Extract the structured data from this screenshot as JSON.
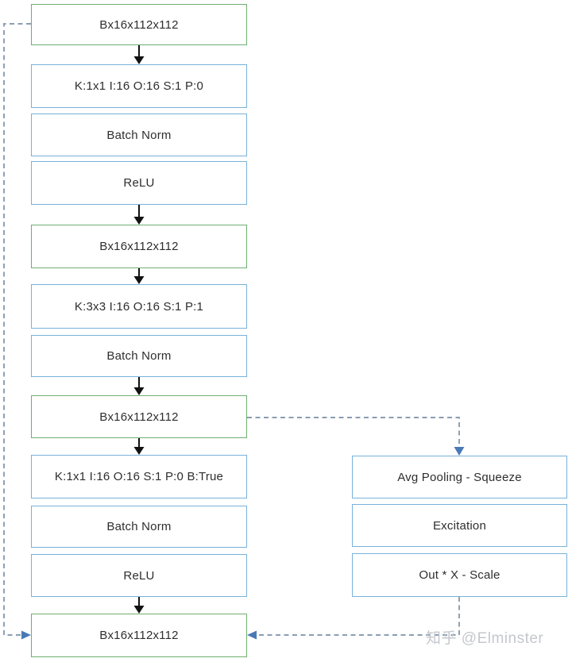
{
  "diagram": {
    "nodes": [
      {
        "label": "Bx16x112x112",
        "kind": "tensor"
      },
      {
        "label": "K:1x1 I:16 O:16 S:1 P:0",
        "kind": "conv"
      },
      {
        "label": "Batch Norm",
        "kind": "batchnorm"
      },
      {
        "label": "ReLU",
        "kind": "relu"
      },
      {
        "label": "Bx16x112x112",
        "kind": "tensor"
      },
      {
        "label": "K:3x3 I:16 O:16 S:1 P:1",
        "kind": "conv"
      },
      {
        "label": "Batch Norm",
        "kind": "batchnorm"
      },
      {
        "label": "Bx16x112x112",
        "kind": "tensor"
      },
      {
        "label": "K:1x1 I:16 O:16 S:1 P:0 B:True",
        "kind": "conv"
      },
      {
        "label": "Batch Norm",
        "kind": "batchnorm"
      },
      {
        "label": "ReLU",
        "kind": "relu"
      },
      {
        "label": "Bx16x112x112",
        "kind": "tensor"
      }
    ],
    "se_nodes": [
      {
        "label": "Avg Pooling - Squeeze"
      },
      {
        "label": "Excitation"
      },
      {
        "label": "Out * X - Scale"
      }
    ],
    "dashed_edges": [
      {
        "from": "input tensor Bx16x112x112",
        "to": "output tensor Bx16x112x112",
        "type": "residual-skip"
      },
      {
        "from": "mid tensor Bx16x112x112",
        "to": "Avg Pooling - Squeeze",
        "type": "se-branch-in"
      },
      {
        "from": "Out * X - Scale",
        "to": "output tensor Bx16x112x112",
        "type": "se-branch-out"
      }
    ],
    "colors": {
      "tensor_border": "#6fae71",
      "op_border": "#78b1da",
      "dashed_connector": "#7a91a8",
      "dashed_arrowhead": "#4a7ab5",
      "solid_arrow": "#111111",
      "text": "#2e2e2e",
      "watermark": "#c4c7cd"
    },
    "watermark": "知乎 @Elminster"
  }
}
